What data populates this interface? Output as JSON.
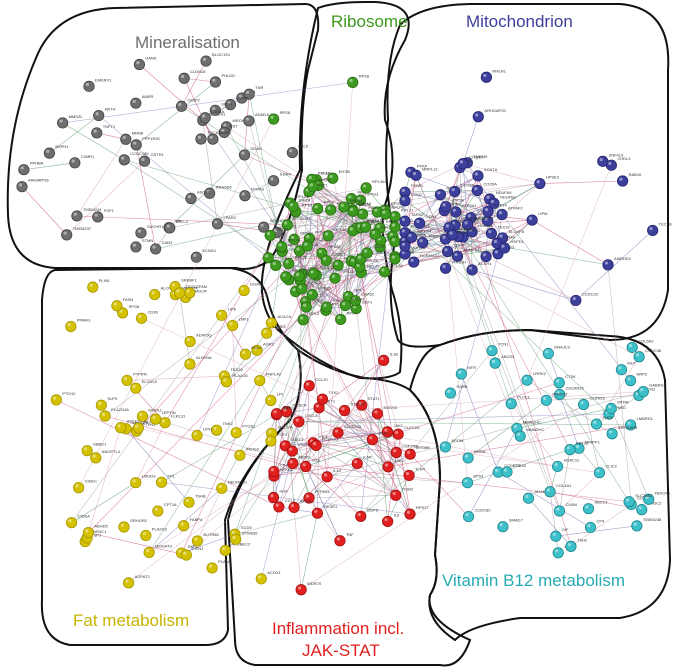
{
  "clusters": {
    "mineral": {
      "title": "Mineralisation",
      "color": "#6e6e6e",
      "genes": [
        "MARCH1",
        "KCNG1",
        "RNASE6",
        "TMEM237",
        "LPAR2",
        "MROH8",
        "RD1",
        "CMIP2",
        "TMEM244",
        "SERHC1",
        "BSPH1",
        "FST",
        "TNFT1",
        "GPR82",
        "PPP1R3C",
        "TNR",
        "MMSZL",
        "CCDC189",
        "FXL5",
        "LGI1P",
        "SUCHR1",
        "ADAD1L2",
        "VIT",
        "PHLDD",
        "CLDN18",
        "ERBAT",
        "SPTH",
        "MNN8",
        "STMN",
        "HANK",
        "EMERX1",
        "BLOC1S1",
        "ARTH",
        "AMER",
        "DDAH",
        "RFLL4",
        "ASGM1",
        "PPHBA",
        "GSTR1",
        "LAUBA",
        "CAN3",
        "C2MR1",
        "ILDR4",
        "ARH8RP36",
        "TBC1D1",
        "NTRA3",
        "FGF1"
      ]
    },
    "ribo": {
      "title": "Ribosome",
      "color": "#3c9a1e",
      "genes": [
        "DSTB124",
        "RPL1",
        "RPS8",
        "RPL3",
        "FTS3",
        "EEF1",
        "RPL4",
        "RPS2",
        "RPL5",
        "RPS6",
        "RPL7",
        "RPS7",
        "RPL8",
        "RPS9",
        "RPL9",
        "RPS10",
        "RPL10",
        "RPS11",
        "RPL11",
        "RPS12",
        "RPL12",
        "RPS13",
        "RPL13",
        "RPS14",
        "RPL14",
        "RPS15",
        "RPL15",
        "RPS16",
        "RPL16",
        "RPS17",
        "RPL17",
        "RPS18",
        "RPL18",
        "RPS19",
        "RPL19",
        "RPS20",
        "RPL21",
        "RPS21",
        "RPL22",
        "RPS23",
        "RPL23",
        "RPS24",
        "RPL24",
        "RPS25",
        "RPL26",
        "RPS26",
        "RPL27",
        "RPS27",
        "RPL28",
        "RPS28",
        "RPL29",
        "RPS29",
        "RPL30",
        "RPS3A",
        "RPL31",
        "RPS4X",
        "RPL32",
        "RPS5",
        "RPL34",
        "EIF2A",
        "RPL35",
        "EIF3B",
        "RPL36",
        "NACA",
        "RPL37",
        "APTX",
        "RPL38",
        "GNL3",
        "RPL39",
        "FAU",
        "RPL41",
        "UBA52",
        "RPL36A",
        "RACK1",
        "RPL35A",
        "SNRPD",
        "RPL7A",
        "CXXC1",
        "RPLP0",
        "C3IC1"
      ]
    },
    "mito": {
      "title": "Mitochondrion",
      "color": "#3d3f9c",
      "genes": [
        "LIPM",
        "CHDL3",
        "RMLR1",
        "ZNF413",
        "AMDHD2",
        "CCDC26",
        "TECTB",
        "HPSE2",
        "ARHGAP25",
        "RAB10",
        "CTB3",
        "DYNC2LI1",
        "FKBPL",
        "TMEM9",
        "SCN7A",
        "PFKP",
        "NDN",
        "HORMAD1",
        "TARS2",
        "OSGEPL1",
        "SDP3",
        "OXG1",
        "MDH1B",
        "TEX15",
        "SLC25A",
        "ATPAF2",
        "CS",
        "NDUFS1",
        "ELOVF5",
        "ATP5A1",
        "COX5A",
        "PHGDH",
        "HADHA",
        "COQ2",
        "LIPM8",
        "SDHA",
        "GPR89",
        "NUBP2",
        "CTS3",
        "NDUFA9",
        "ATP5B",
        "TXTL2",
        "UQCRC1",
        "NDUFV1",
        "MRPL12",
        "GDH1",
        "COX8B",
        "SLC38A7",
        "PRDX3",
        "MRPS4",
        "TMEM144",
        "HSPD1",
        "NDUFB1",
        "ACSR1",
        "ACAD9",
        "COQ10",
        "RPP14"
      ]
    },
    "fat": {
      "title": "Fat metabolism",
      "color": "#d4c100",
      "genes": [
        "SPG6",
        "LMOD3",
        "FLRL31",
        "FP1",
        "MBOAT4",
        "DKF1",
        "APOBEC2",
        "PTPN1",
        "SBBD1",
        "ARL6IP5",
        "PTGS1",
        "PLA2G2",
        "SLC22A",
        "KIRDLL",
        "INSIG2",
        "ACOX1",
        "ACACA",
        "TSHB",
        "ASCC2",
        "TSP1",
        "FASN",
        "NR3C1",
        "PLIN1",
        "TEX26",
        "AGR2",
        "LPL",
        "PLA2G4A",
        "SLP9",
        "TNK2",
        "NEUROD1",
        "PLAN5",
        "PLA2G6",
        "LIPE",
        "ALDH3A",
        "ALOX5",
        "PCF4",
        "SCD5",
        "CPT1A",
        "HMGCR",
        "LEMD1",
        "PTCH2",
        "CD36",
        "ACSL1",
        "FABP4",
        "SREBF1",
        "DGAT2",
        "GPAM",
        "ELOVL6",
        "PPARG",
        "AGPAT2",
        "LPIN1",
        "MOGAT3",
        "CIDEA",
        "LEPTIN",
        "GRHOR2",
        "PNPLA2",
        "ADIPOQ",
        "LIPH",
        "CES1",
        "PTPRN",
        "MGLL",
        "ANGPTL4",
        "SPW836",
        "BUTR86",
        "ABHD5",
        "CIDEC",
        "LMF1"
      ]
    },
    "inflam": {
      "title": "Inflammation incl.",
      "title2": "JAK-STAT",
      "color": "#e01f1f",
      "genes": [
        "RPS27",
        "WDR70",
        "IL1B",
        "JAK1",
        "STAT3",
        "SOCS3",
        "IL6R",
        "CXCL8",
        "CCL20",
        "TNF",
        "IL10",
        "JAK2",
        "STAT1",
        "IRF1",
        "NFKB1",
        "MYD88",
        "TLR4",
        "IL6",
        "STAT5A",
        "PIK3CA",
        "PIK3R1",
        "SOCS1",
        "AKT1",
        "PTPN11",
        "CSF2RB",
        "CCL3",
        "IFNG",
        "TYK2",
        "GGPS",
        "IL18",
        "CD44",
        "FCER1G",
        "CLEC2A",
        "SLC17A5",
        "ITGB2",
        "MMP9",
        "HGF",
        "SDS",
        "APOA",
        "MMP3"
      ]
    },
    "b12": {
      "title": "Vitamin B12 metabolism",
      "color": "#3cc0c9",
      "genes": [
        "CCDC38",
        "CP4",
        "EPS1",
        "HHDC2",
        "PNKD",
        "MMACHC",
        "MMADHC",
        "MUT",
        "TCN2",
        "CD320",
        "CUBN",
        "AMN",
        "LMBRD1",
        "ABCD4",
        "MTR",
        "MTRR",
        "FUT2",
        "CLDN16",
        "CLIC2",
        "GABRG2",
        "MINPP1",
        "TCN1",
        "FBXO46",
        "ARHGAP8",
        "TMEM238",
        "SLC26A2",
        "GIF",
        "ABCC1",
        "COL5A2",
        "APOM",
        "DNAJC3",
        "ZSCAN25",
        "CCDC80",
        "SMAD7",
        "RORA",
        "LRRK2",
        "ADAM28",
        "RARB",
        "FAM213",
        "COL4A1",
        "CTSK",
        "CCDC73",
        "KRT22",
        "PLCE1",
        "PTGS2",
        "NRP2",
        "TSH2",
        "HDAC11"
      ]
    }
  }
}
